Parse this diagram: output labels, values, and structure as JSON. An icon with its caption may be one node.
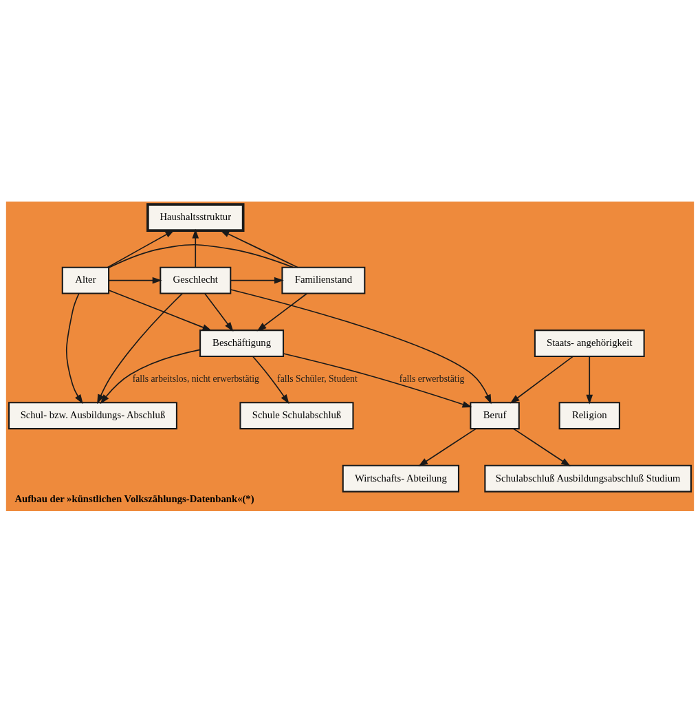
{
  "diagram": {
    "caption": "Aufbau der »künstlichen Volkszählungs-Datenbank«(*)",
    "nodes": [
      {
        "text": [
          "Haushaltsstruktur"
        ]
      },
      {
        "text": [
          "Alter"
        ]
      },
      {
        "text": [
          "Geschlecht"
        ]
      },
      {
        "text": [
          "Familienstand"
        ]
      },
      {
        "text": [
          "Staats- angehörigkeit"
        ]
      },
      {
        "text": [
          "Beschäftigung"
        ]
      },
      {
        "text": [
          "Religion"
        ]
      },
      {
        "text": [
          "Beruf"
        ]
      },
      {
        "text": [
          "Schul- bzw. Ausbildungs- Abschluß"
        ]
      },
      {
        "text": [
          "Schule Schulabschluß"
        ]
      },
      {
        "text": [
          "Wirtschafts- Abteilung"
        ]
      },
      {
        "text": [
          "Schulabschluß Ausbildungsabschluß Studium"
        ]
      }
    ],
    "edges": [
      {
        "from": 1,
        "to": 0,
        "arrow": "to"
      },
      {
        "from": 1,
        "to": 8,
        "arrow": "to"
      },
      {
        "from": 1,
        "to": 3,
        "arrow": "none"
      },
      {
        "from": 2,
        "to": 0,
        "arrow": "to"
      },
      {
        "from": 2,
        "to": 8,
        "arrow": "to"
      },
      {
        "from": 3,
        "to": 0,
        "arrow": "to"
      },
      {
        "from": 1,
        "to": 2,
        "arrow": "to"
      },
      {
        "from": 2,
        "to": 3,
        "arrow": "to"
      },
      {
        "from": 1,
        "to": 5,
        "arrow": "to"
      },
      {
        "from": 2,
        "to": 5,
        "arrow": "to"
      },
      {
        "from": 3,
        "to": 5,
        "arrow": "to"
      },
      {
        "from": 2,
        "to": 7,
        "arrow": "to"
      },
      {
        "from": 4,
        "to": 6,
        "arrow": "to"
      },
      {
        "from": 4,
        "to": 7,
        "arrow": "to"
      },
      {
        "from": 5,
        "to": 7,
        "arrow": "to",
        "label": "falls erwerbstätig"
      },
      {
        "from": 5,
        "to": 9,
        "arrow": "to",
        "label": "falls Schüler, Student"
      },
      {
        "from": 5,
        "to": 8,
        "arrow": "to",
        "label": "falls arbeitslos, nicht erwerbstätig"
      },
      {
        "from": 7,
        "to": 10,
        "arrow": "to"
      },
      {
        "from": 7,
        "to": 11,
        "arrow": "to"
      }
    ]
  }
}
